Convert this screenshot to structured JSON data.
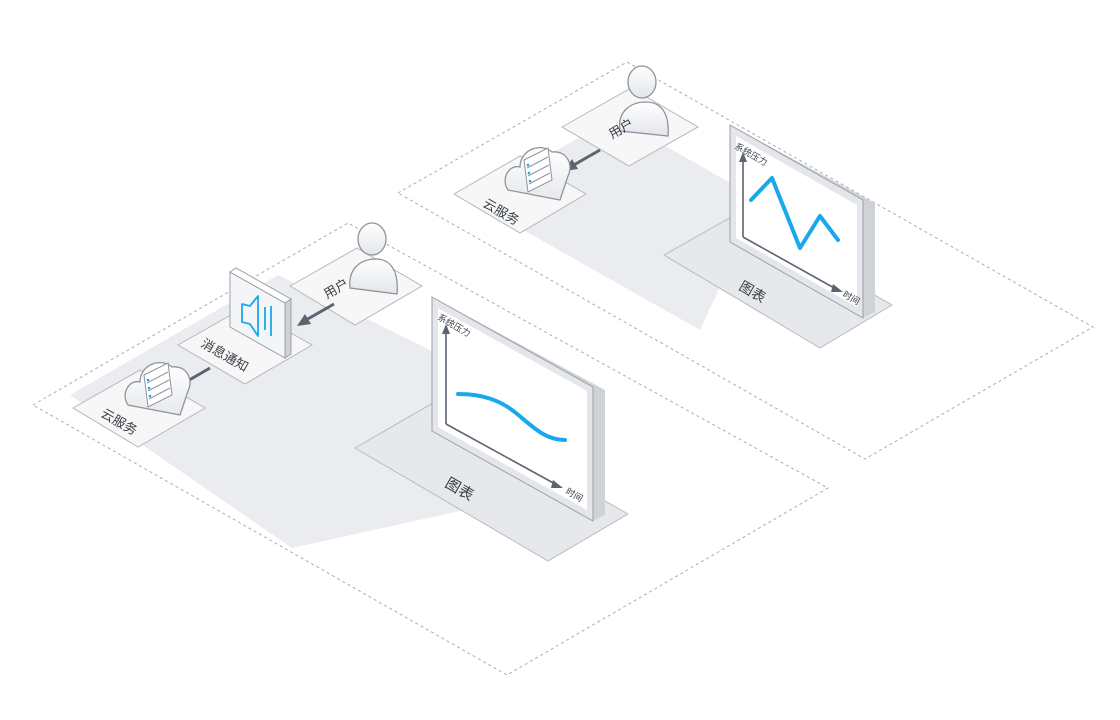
{
  "colors": {
    "accent": "#1aa7ec",
    "arrow": "#5b6470",
    "ground": "#ebecef",
    "tile": "#f7f7f8",
    "border": "#9aa0a8",
    "screen_frame": "#e4e6ea"
  },
  "scene_right": {
    "user_label": "用户",
    "cloud_label": "云服务",
    "chart_caption": "图表",
    "chart_axis_y": "系统压力",
    "chart_axis_x": "时间",
    "chart_line": "zigzag"
  },
  "scene_left": {
    "user_label": "用户",
    "notify_label": "消息通知",
    "cloud_label": "云服务",
    "chart_caption": "图表",
    "chart_axis_y": "系统压力",
    "chart_axis_x": "时间",
    "chart_line": "smooth-decline"
  },
  "icons": [
    "user-icon",
    "cloud-server-icon",
    "speaker-icon",
    "arrow-icon"
  ]
}
